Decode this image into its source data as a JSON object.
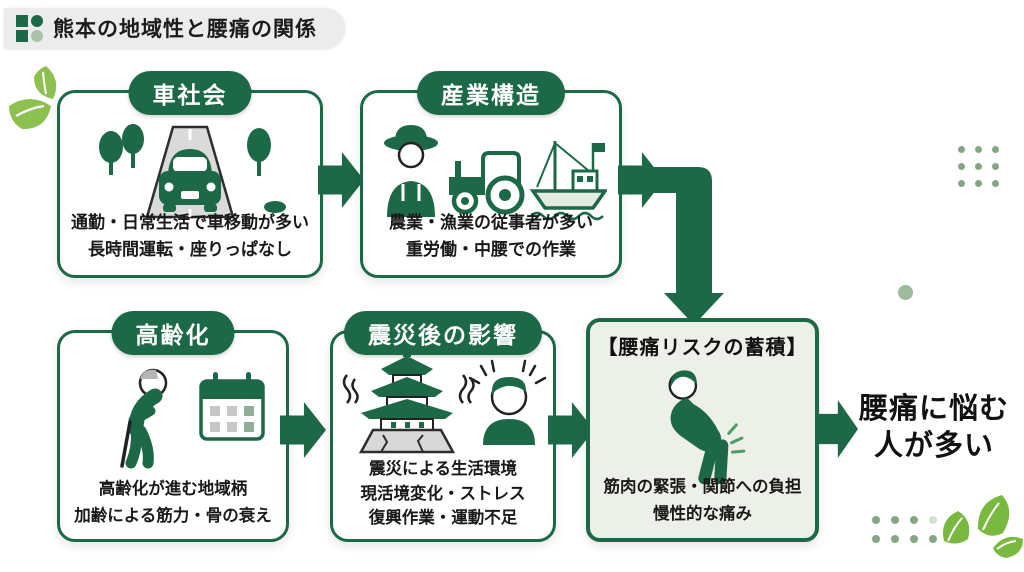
{
  "colors": {
    "primary_green": "#1d6947",
    "leaf_green": "#8cc152",
    "bright_leaf_green": "#79b93f",
    "dot_sage": "#85a585",
    "risk_box_background": "#edefe9",
    "header_pill_background": "#ececec",
    "text_black": "#191919"
  },
  "header": {
    "title": "熊本の地域性と腰痛の関係",
    "icon": "grid-squares-logo-icon"
  },
  "flow": {
    "boxes": [
      {
        "key": "car-society",
        "badge": "車社会",
        "icon": "car-on-road-illustration",
        "lines": [
          "通勤・日常生活で車移動が多い",
          "長時間運転・座りっぱなし"
        ]
      },
      {
        "key": "industry",
        "badge": "産業構造",
        "icon": "farmer-tractor-fishing-boat-illustration",
        "lines": [
          "農業・漁業の従事者が多い",
          "重労働・中腰での作業"
        ]
      },
      {
        "key": "aging",
        "badge": "高齢化",
        "icon": "elderly-person-calendar-illustration",
        "lines": [
          "高齢化が進む地域柄",
          "加齢による筋力・骨の衰え"
        ]
      },
      {
        "key": "earthquake",
        "badge": "震災後の影響",
        "icon": "quake-castle-stressed-person-illustration",
        "lines": [
          "震災による生活環境",
          "現活境変化・ストレス",
          "復興作業・運動不足"
        ]
      },
      {
        "key": "risk-accumulation",
        "title": "【腰痛リスクの蓄積】",
        "icon": "back-pain-person-illustration",
        "lines": [
          "筋肉の緊張・関節への負担",
          "慢性的な痛み"
        ]
      }
    ],
    "result": {
      "lines": [
        "腰痛に悩む",
        "人が多い"
      ]
    }
  },
  "decorations": [
    "sprout-leaves-top-left",
    "dots-grid-3x3-right",
    "single-dot-right",
    "dots-grid-2x4-bottom-right",
    "leaf-cluster-bottom-right"
  ]
}
